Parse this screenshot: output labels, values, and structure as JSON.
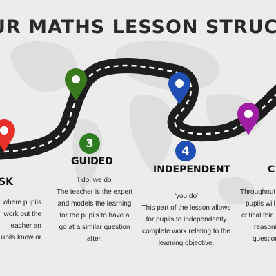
{
  "title": "UR MATHS LESSON STRUCTURE",
  "colors": {
    "road": "#1e1e1e",
    "dash": "#ffffff",
    "pin_red": "#e8302a",
    "pin_green": "#3a7a1d",
    "pin_blue": "#1f4fb5",
    "pin_purple": "#a01ea3",
    "badge_green": "#2f7d23",
    "badge_blue": "#1f4fb5"
  },
  "stages": {
    "task": {
      "heading": "SK",
      "lines": [
        "where pupils",
        "work out the",
        "eacher an",
        "upils know or"
      ]
    },
    "guided": {
      "number": "3",
      "heading": "GUIDED",
      "lines": [
        "'I do, we do'",
        "The teacher is the expert",
        "and models the learning",
        "for the pupils to have a",
        "go at a similar question",
        "after."
      ]
    },
    "independent": {
      "number": "4",
      "heading": "INDEPENDENT",
      "lines": [
        "'you do'",
        "This part of the lesson allows",
        "for pupils to independently",
        "complete work relating to the",
        "learning objective."
      ]
    },
    "last": {
      "heading": "C",
      "lines": [
        "Throughout",
        "pupils will",
        "critical thir",
        "reasonin",
        "question"
      ]
    }
  }
}
